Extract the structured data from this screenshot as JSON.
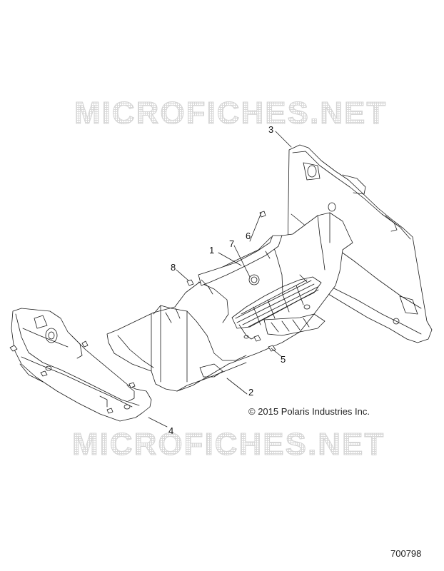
{
  "watermarks": [
    "MICROFICHES.NET",
    "MICROFICHES.NET"
  ],
  "callouts": [
    {
      "label": "1"
    },
    {
      "label": "2"
    },
    {
      "label": "3"
    },
    {
      "label": "4"
    },
    {
      "label": "5"
    },
    {
      "label": "6"
    },
    {
      "label": "7"
    },
    {
      "label": "8"
    }
  ],
  "copyright": "© 2015 Polaris Industries Inc.",
  "part_number": "700798",
  "line_color": "#1a1a1a"
}
